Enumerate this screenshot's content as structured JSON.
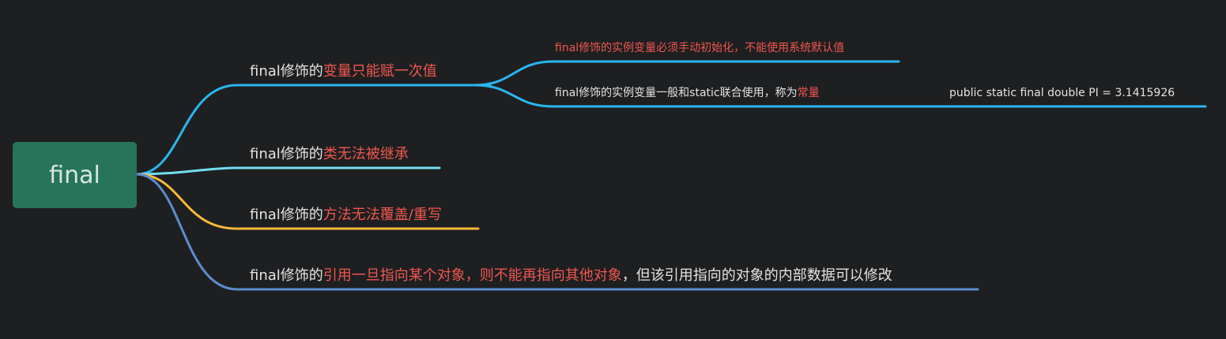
{
  "colors": {
    "background": "#1e1f21",
    "root_fill": "#27745a",
    "branch_blue": "#2ab6ee",
    "branch_cyan": "#73def0",
    "branch_orange": "#f6b83a",
    "branch_steel": "#5c8ccc",
    "text_normal": "#e3e3e3",
    "text_highlight": "#f0574e"
  },
  "root": {
    "label": "final"
  },
  "branches": [
    {
      "prefix": "final修饰的",
      "highlight": "变量只能赋一次值",
      "children": [
        {
          "highlight": "final修饰的实例变量必须手动初始化，不能使用系统默认值"
        },
        {
          "prefix": "final修饰的实例变量一般和static联合使用，称为",
          "highlight": "常量",
          "children": [
            {
              "text": "public static final double PI = 3.1415926"
            }
          ]
        }
      ]
    },
    {
      "prefix": "final修饰的",
      "highlight": "类无法被继承"
    },
    {
      "prefix": "final修饰的",
      "highlight": "方法无法覆盖/重写"
    },
    {
      "prefix": "final修饰的",
      "highlight": "引用一旦指向某个对象，则不能再指向其他对象",
      "suffix": "，但该引用指向的对象的内部数据可以修改"
    }
  ]
}
